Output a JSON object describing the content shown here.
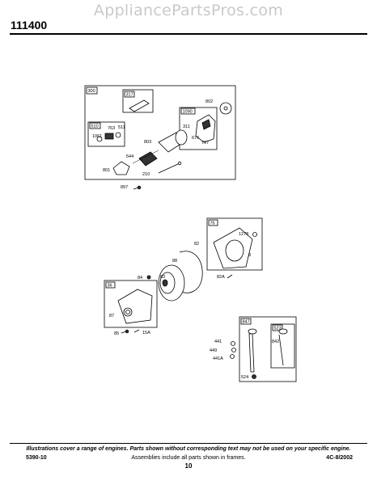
{
  "watermark": "AppliancePartsPros.com",
  "model": "111400",
  "footer": {
    "note": "Illustrations cover a range of engines. Parts shown without corresponding text may not be used on your specific engine.",
    "doc_number": "5390-10",
    "assemblies": "Assemblies include all parts shown in frames.",
    "date_code": "4C-8/2002",
    "page": "10"
  },
  "frames": {
    "starter": "300",
    "f317": "317",
    "f1090": "1090",
    "f510": "510",
    "f76": "76",
    "f36": "36",
    "f847": "847",
    "f523": "523"
  },
  "labels": {
    "l802": "802",
    "l763": "763",
    "l511": "511",
    "l1061": "1061",
    "l803": "803",
    "l311": "311",
    "l676": "676",
    "l797": "797",
    "l544": "544",
    "l801": "801",
    "l210": "210",
    "l897": "897",
    "l1278": "1278",
    "l82": "82",
    "l3": "3",
    "l88": "88",
    "l82A": "82A",
    "l84": "84",
    "l83": "83",
    "l87": "87",
    "l85": "85",
    "l15A": "15A",
    "l842": "842",
    "l441": "441",
    "l449": "449",
    "l441A": "441A",
    "l524": "524"
  }
}
